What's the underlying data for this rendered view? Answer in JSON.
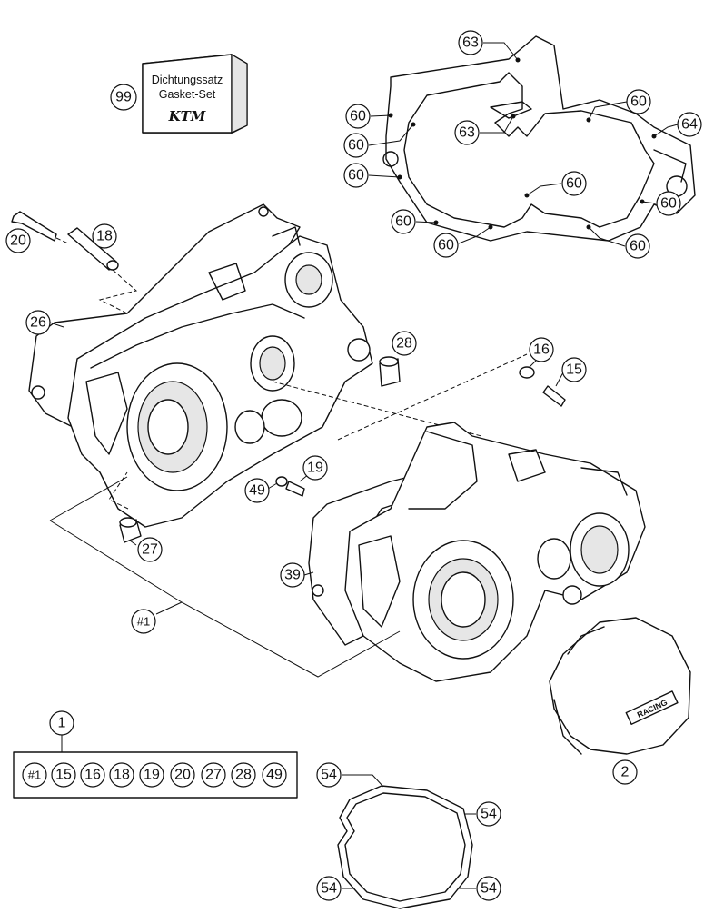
{
  "gasket_set": {
    "label_line1": "Dichtungssatz",
    "label_line2": "Gasket-Set",
    "logo_text": "KTM"
  },
  "callouts": {
    "c99": "99",
    "c63a": "63",
    "c63b": "63",
    "c64": "64",
    "c60a": "60",
    "c60b": "60",
    "c60c": "60",
    "c60d": "60",
    "c60e": "60",
    "c60f": "60",
    "c60g": "60",
    "c60h": "60",
    "c60i": "60",
    "c20": "20",
    "c18": "18",
    "c26": "26",
    "c28": "28",
    "c16": "16",
    "c15": "15",
    "c19": "19",
    "c49": "49",
    "c27": "27",
    "c39": "39",
    "c1set": "#1",
    "c1": "1",
    "c2": "2",
    "c54a": "54",
    "c54b": "54",
    "c54c": "54",
    "c54d": "54"
  },
  "kit_contents": [
    "#1",
    "15",
    "16",
    "18",
    "19",
    "20",
    "27",
    "28",
    "49"
  ],
  "cover_badge": "RACING"
}
